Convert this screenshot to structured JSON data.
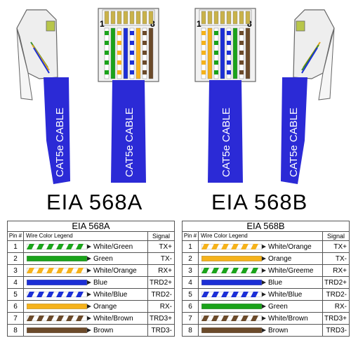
{
  "colors": {
    "green": "#1aa31a",
    "orange": "#f5b21b",
    "blue": "#1c2fd6",
    "brown": "#6b4a2a",
    "white": "#ffffff",
    "cable": "#2b2ad6"
  },
  "cable_label": "CAT5e CABLE",
  "pin_one": "1",
  "pin_eight": "8",
  "standards": [
    {
      "title": "EIA 568A",
      "table_title": "EIA 568A",
      "header": {
        "pin": "Pin #",
        "legend": "Wire Color Legend",
        "signal": "Signal"
      },
      "rows": [
        {
          "pin": "1",
          "label": "White/Green",
          "signal": "TX+",
          "color": "green",
          "striped": true
        },
        {
          "pin": "2",
          "label": "Green",
          "signal": "TX-",
          "color": "green",
          "striped": false
        },
        {
          "pin": "3",
          "label": "White/Orange",
          "signal": "RX+",
          "color": "orange",
          "striped": true
        },
        {
          "pin": "4",
          "label": "Blue",
          "signal": "TRD2+",
          "color": "blue",
          "striped": false
        },
        {
          "pin": "5",
          "label": "White/Blue",
          "signal": "TRD2-",
          "color": "blue",
          "striped": true
        },
        {
          "pin": "6",
          "label": "Orange",
          "signal": "RX-",
          "color": "orange",
          "striped": false
        },
        {
          "pin": "7",
          "label": "White/Brown",
          "signal": "TRD3+",
          "color": "brown",
          "striped": true
        },
        {
          "pin": "8",
          "label": "Brown",
          "signal": "TRD3-",
          "color": "brown",
          "striped": false
        }
      ]
    },
    {
      "title": "EIA 568B",
      "table_title": "EIA 568B",
      "header": {
        "pin": "Pin #",
        "legend": "Wire Color Legend",
        "signal": "Signal"
      },
      "rows": [
        {
          "pin": "1",
          "label": "White/Orange",
          "signal": "TX+",
          "color": "orange",
          "striped": true
        },
        {
          "pin": "2",
          "label": "Orange",
          "signal": "TX-",
          "color": "orange",
          "striped": false
        },
        {
          "pin": "3",
          "label": "White/Greeme",
          "signal": "RX+",
          "color": "green",
          "striped": true
        },
        {
          "pin": "4",
          "label": "Blue",
          "signal": "TRD2+",
          "color": "blue",
          "striped": false
        },
        {
          "pin": "5",
          "label": "White/Blue",
          "signal": "TRD2-",
          "color": "blue",
          "striped": true
        },
        {
          "pin": "6",
          "label": "Green",
          "signal": "RX-",
          "color": "green",
          "striped": false
        },
        {
          "pin": "7",
          "label": "White/Brown",
          "signal": "TRD3+",
          "color": "brown",
          "striped": true
        },
        {
          "pin": "8",
          "label": "Brown",
          "signal": "TRD3-",
          "color": "brown",
          "striped": false
        }
      ]
    }
  ]
}
